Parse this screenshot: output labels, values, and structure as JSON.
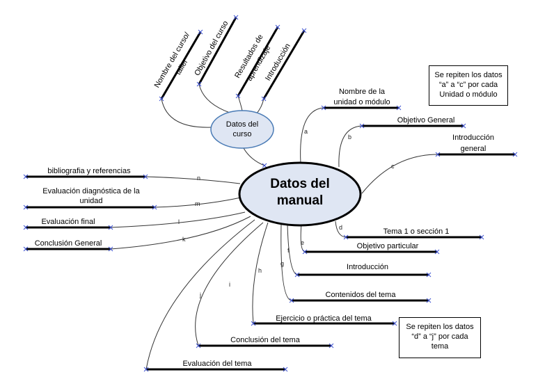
{
  "center": {
    "line1": "Datos del",
    "line2": "manual"
  },
  "course_node": {
    "line1": "Datos del",
    "line2": "curso"
  },
  "course_items": [
    {
      "line1": "Nombre del curso/",
      "line2": "taller"
    },
    {
      "line1": "Objetivo del curso",
      "line2": ""
    },
    {
      "line1": "Resultados de",
      "line2": "aprendizaje"
    },
    {
      "line1": "Introducción",
      "line2": ""
    }
  ],
  "right_branches": [
    {
      "letter": "a",
      "line1": "Nombre de la",
      "line2": "unidad o módulo"
    },
    {
      "letter": "b",
      "line1": "Objetivo General",
      "line2": ""
    },
    {
      "letter": "c",
      "line1": "Introducción",
      "line2": "general"
    }
  ],
  "lower_branches": [
    {
      "letter": "d",
      "text": "Tema 1 o sección 1"
    },
    {
      "letter": "e",
      "text": "Objetivo particular"
    },
    {
      "letter": "f",
      "text": "Introducción"
    },
    {
      "letter": "g",
      "text": "Contenidos del tema"
    },
    {
      "letter": "h",
      "text": "Ejercicio o práctica del tema"
    },
    {
      "letter": "i",
      "text": "Conclusión del tema"
    },
    {
      "letter": "j",
      "text": "Evaluación del tema"
    }
  ],
  "left_branches": [
    {
      "letter": "n",
      "line1": "bibliografia y referencias",
      "line2": ""
    },
    {
      "letter": "m",
      "line1": "Evaluación diagnóstica de la",
      "line2": "unidad"
    },
    {
      "letter": "l",
      "line1": "Evaluación final",
      "line2": ""
    },
    {
      "letter": "k",
      "line1": "Conclusión General",
      "line2": ""
    }
  ],
  "notes": {
    "top": [
      "Se repiten los datos",
      "“a” a “c” por cada",
      "Unidad o módulo"
    ],
    "bottom": [
      "Se repiten los datos",
      "“d” a “j” por cada",
      "tema"
    ]
  },
  "colors": {
    "ellipse_fill": "#dfe6f3",
    "x_mark": "#3a4fd0",
    "line": "#000000"
  }
}
